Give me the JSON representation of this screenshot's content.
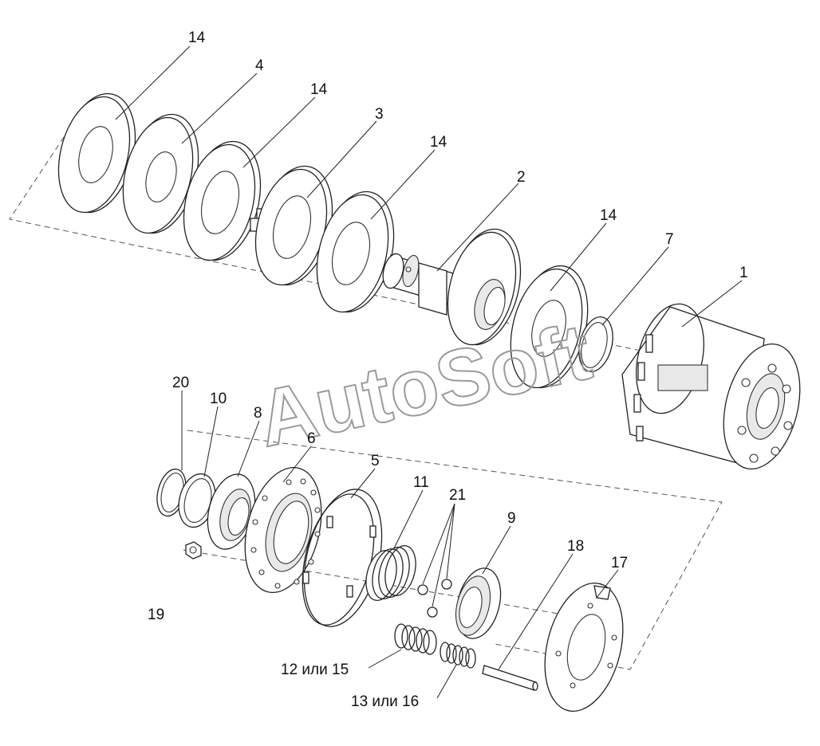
{
  "callouts": [
    {
      "id": "c14a",
      "text": "14"
    },
    {
      "id": "c4",
      "text": "4"
    },
    {
      "id": "c14b",
      "text": "14"
    },
    {
      "id": "c3",
      "text": "3"
    },
    {
      "id": "c14c",
      "text": "14"
    },
    {
      "id": "c2",
      "text": "2"
    },
    {
      "id": "c14d",
      "text": "14"
    },
    {
      "id": "c7",
      "text": "7"
    },
    {
      "id": "c1",
      "text": "1"
    },
    {
      "id": "c20",
      "text": "20"
    },
    {
      "id": "c10",
      "text": "10"
    },
    {
      "id": "c8",
      "text": "8"
    },
    {
      "id": "c6",
      "text": "6"
    },
    {
      "id": "c5",
      "text": "5"
    },
    {
      "id": "c11",
      "text": "11"
    },
    {
      "id": "c21",
      "text": "21"
    },
    {
      "id": "c9",
      "text": "9"
    },
    {
      "id": "c18",
      "text": "18"
    },
    {
      "id": "c17",
      "text": "17"
    },
    {
      "id": "c19",
      "text": "19"
    },
    {
      "id": "c12",
      "text": "12 или 15"
    },
    {
      "id": "c13",
      "text": "13 или 16"
    }
  ],
  "watermark": "AutoSoft"
}
